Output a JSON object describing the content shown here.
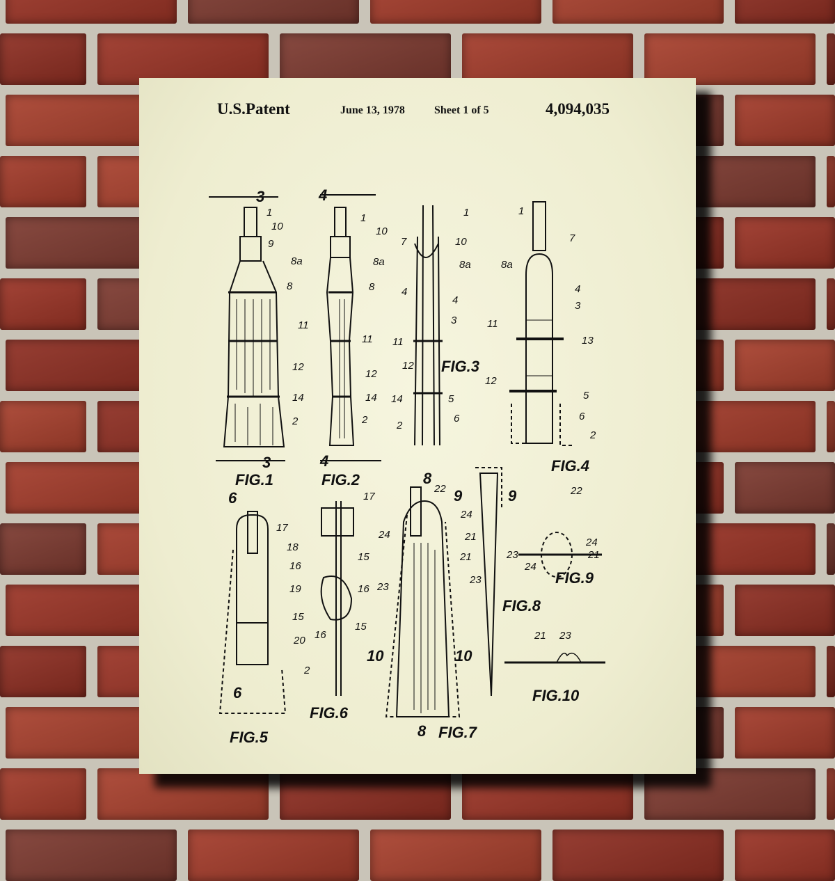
{
  "header": {
    "title": "U.S.Patent",
    "date": "June 13, 1978",
    "sheet": "Sheet 1 of 5",
    "number": "4,094,035"
  },
  "colors": {
    "brick": "#9b3426",
    "mortar": "#c9c4b8",
    "paper": "#f1f0d6",
    "ink": "#111111"
  },
  "figures": [
    {
      "caption": "FIG.1",
      "refs": [
        "1",
        "10",
        "9",
        "8a",
        "8",
        "11",
        "12",
        "14",
        "2"
      ],
      "section_top": "3",
      "section_bottom": "3"
    },
    {
      "caption": "FIG.2",
      "refs": [
        "1",
        "10",
        "8a",
        "8",
        "11",
        "12",
        "14",
        "2"
      ],
      "section_top": "4",
      "section_bottom": "4"
    },
    {
      "caption": "FIG.3",
      "refs": [
        "1",
        "7",
        "10",
        "8a",
        "4",
        "4",
        "3",
        "11",
        "12",
        "14",
        "5",
        "6",
        "2"
      ]
    },
    {
      "caption": "FIG.4",
      "refs": [
        "1",
        "7",
        "8a",
        "4",
        "3",
        "11",
        "13",
        "12",
        "5",
        "6",
        "2"
      ]
    },
    {
      "caption": "FIG.5",
      "refs": [
        "17",
        "18",
        "16",
        "19",
        "15",
        "20",
        "2"
      ],
      "section_top": "6",
      "section_bottom": "6"
    },
    {
      "caption": "FIG.6",
      "refs": [
        "17",
        "15",
        "16",
        "16",
        "15"
      ]
    },
    {
      "caption": "FIG.7",
      "refs": [
        "22",
        "24",
        "24",
        "21",
        "23"
      ],
      "section_top": "8",
      "section_bottom": "8",
      "section_left": "10",
      "section_right": "10"
    },
    {
      "caption": "FIG.8",
      "refs": [
        "21",
        "23",
        "23"
      ],
      "section_left": "9",
      "section_right": "9"
    },
    {
      "caption": "FIG.9",
      "refs": [
        "22",
        "24",
        "24",
        "21"
      ]
    },
    {
      "caption": "FIG.10",
      "refs": [
        "21",
        "23"
      ]
    }
  ]
}
